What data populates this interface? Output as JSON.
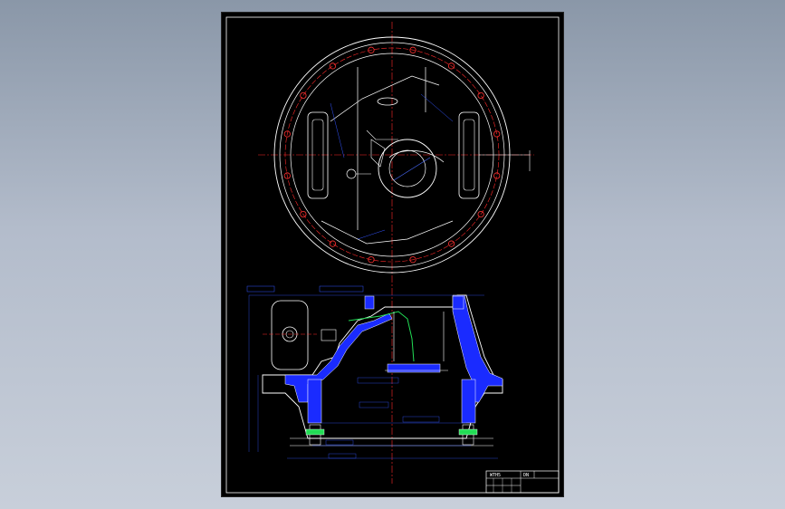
{
  "viewer": {
    "background_color": "#9aa5b5"
  },
  "drawing": {
    "sheet_color": "#000000",
    "line_colors": {
      "outline": "#ffffff",
      "centerline": "#ff2a2a",
      "dimension": "#3355ff",
      "hatch": "#1a2bff",
      "highlight": "#22dd55",
      "bolt": "#ff3030"
    },
    "views": [
      {
        "name": "top-view",
        "icon": "circular-flange-view-icon"
      },
      {
        "name": "section-view",
        "icon": "housing-section-view-icon"
      }
    ]
  },
  "title_block": {
    "title": "WTH5",
    "code": "DN"
  }
}
